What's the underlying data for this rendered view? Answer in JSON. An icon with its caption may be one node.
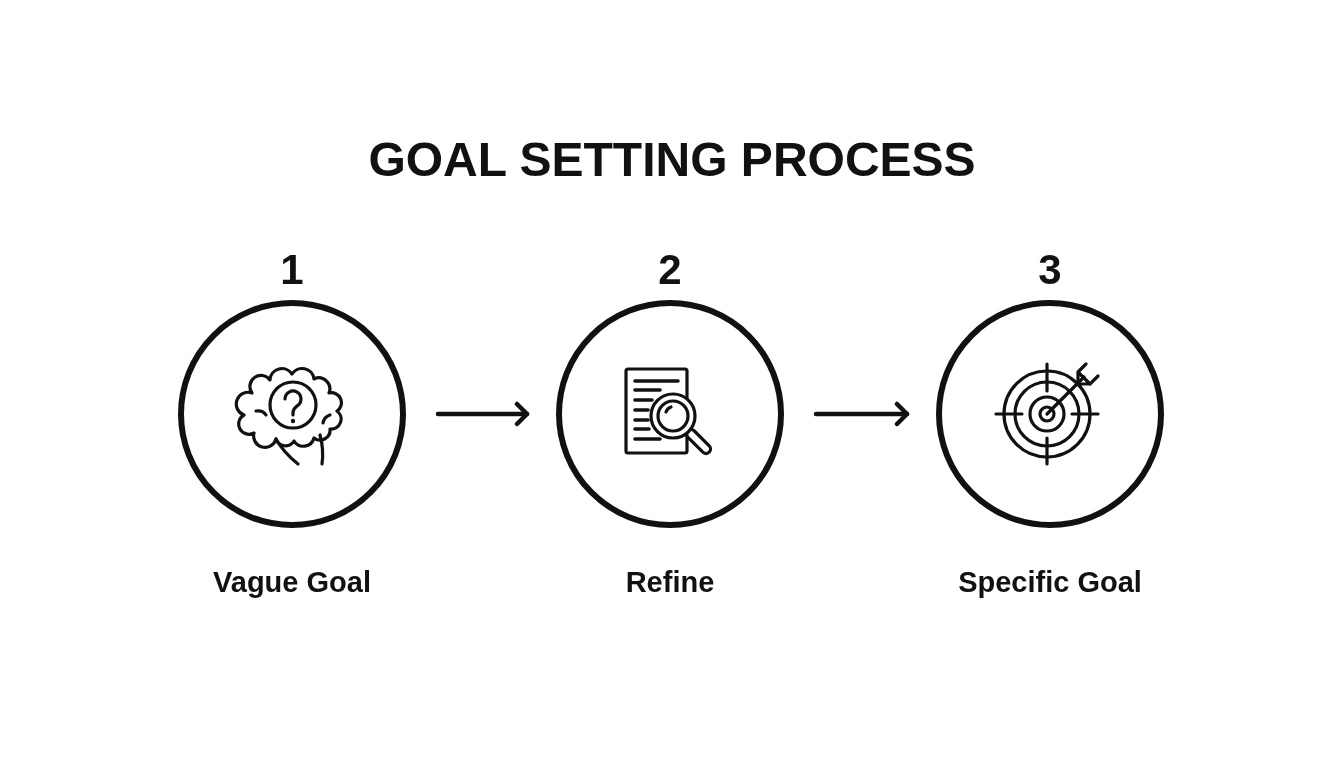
{
  "diagram": {
    "title": "GOAL SETTING PROCESS",
    "nodes": [
      {
        "text": [
          "1"
        ],
        "beside": [
          "Vague Goal"
        ]
      },
      {
        "text": [
          "2"
        ],
        "beside": [
          "Refine"
        ]
      },
      {
        "text": [
          "3"
        ],
        "beside": [
          "Specific Goal"
        ]
      }
    ],
    "edges": [
      {
        "from": 0,
        "to": 1,
        "arrow": "to"
      },
      {
        "from": 1,
        "to": 2,
        "arrow": "to"
      }
    ]
  }
}
